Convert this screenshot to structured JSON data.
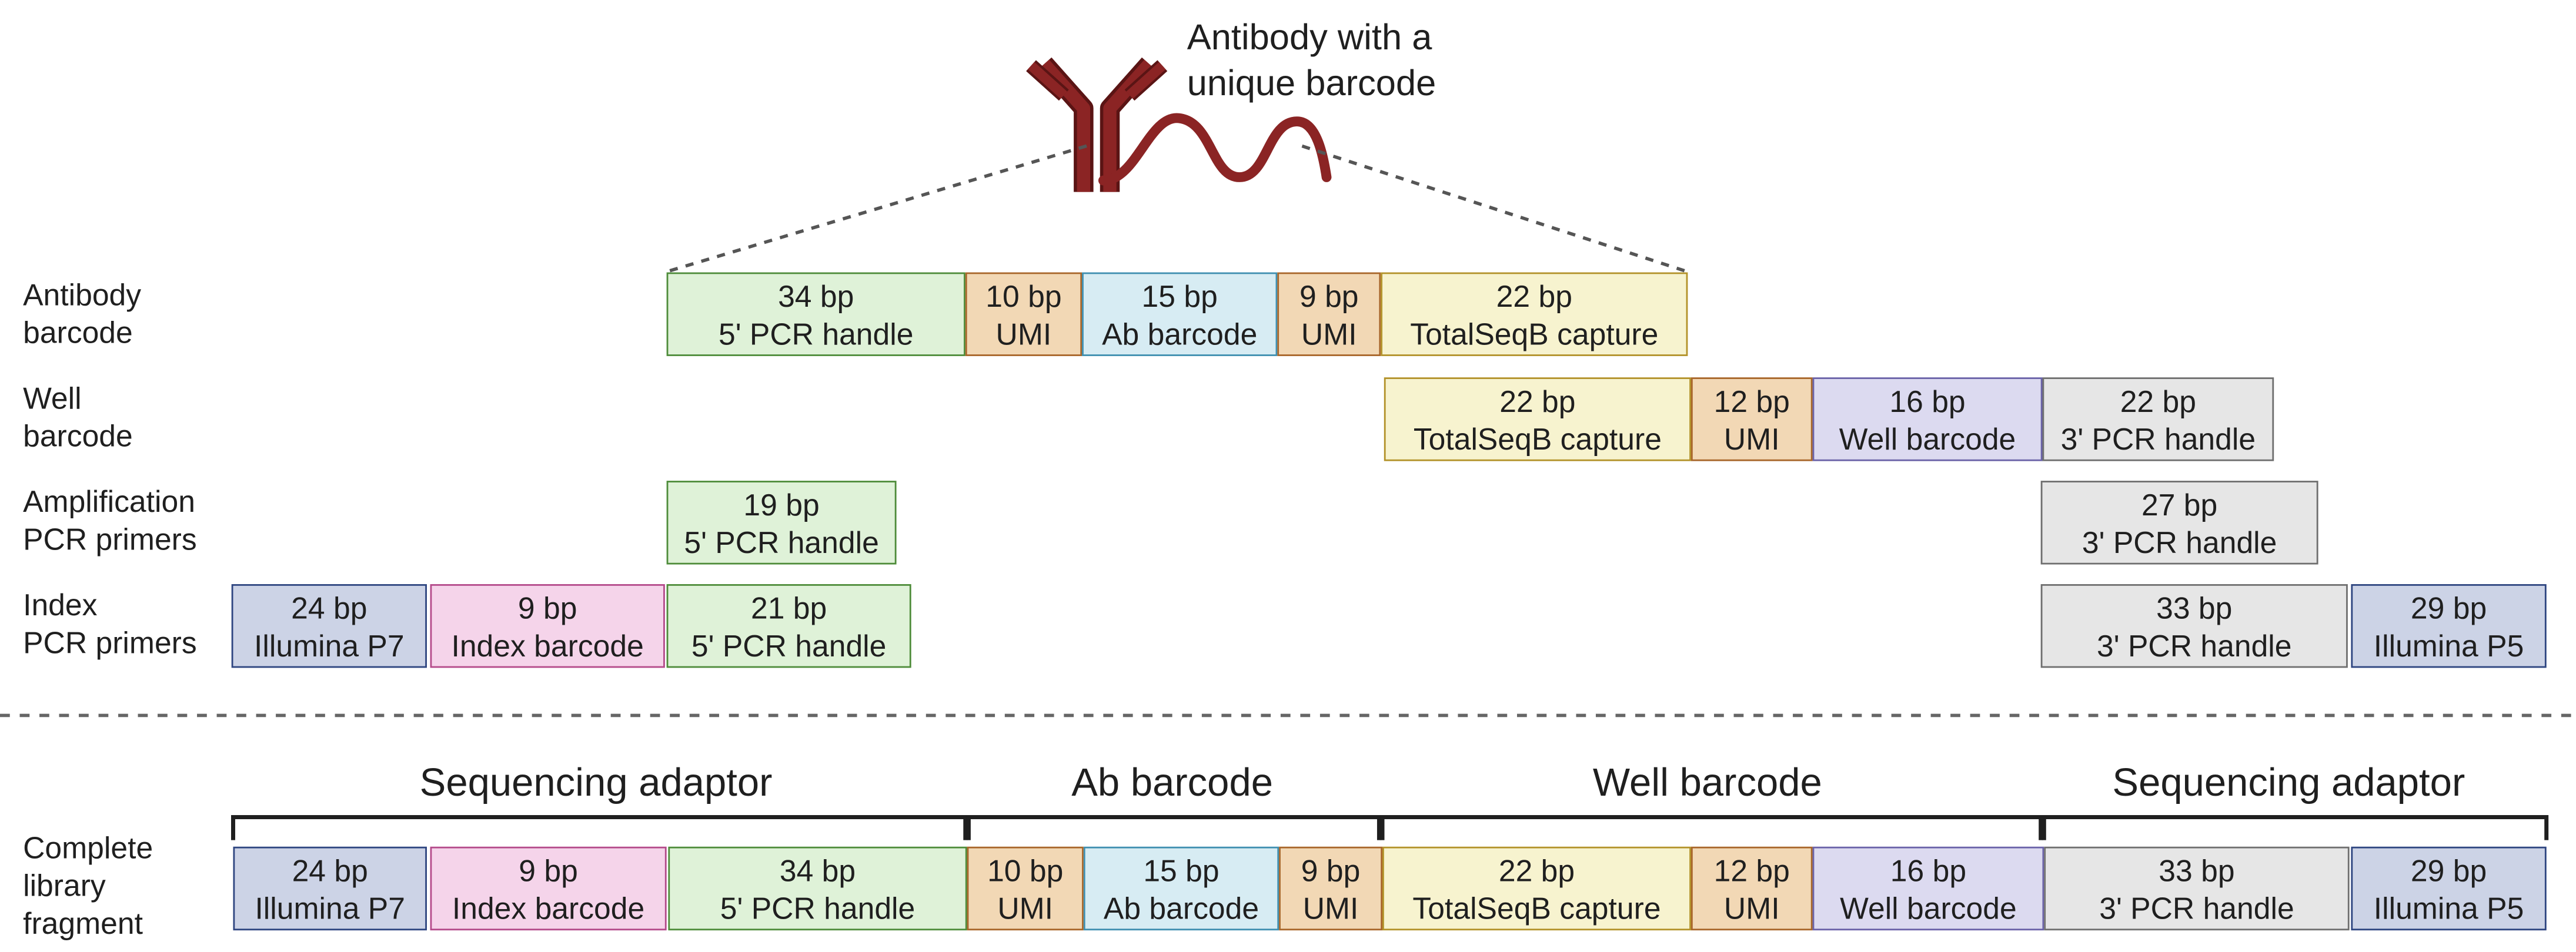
{
  "antibody": {
    "label_line1": "Antibody with a",
    "label_line2": "unique barcode"
  },
  "colors": {
    "green": {
      "fill": "#dff2d8",
      "stroke": "#4e8c3a"
    },
    "orange": {
      "fill": "#f2d8b5",
      "stroke": "#a8662a"
    },
    "blue": {
      "fill": "#d7ecf3",
      "stroke": "#3f8fb0"
    },
    "yellow": {
      "fill": "#f7f3cf",
      "stroke": "#b3922a"
    },
    "purple": {
      "fill": "#dcdaf0",
      "stroke": "#6a62a8"
    },
    "gray": {
      "fill": "#e6e6e6",
      "stroke": "#6f6f6f"
    },
    "navy": {
      "fill": "#ccd3e6",
      "stroke": "#2e4580"
    },
    "pink": {
      "fill": "#f5d4ea",
      "stroke": "#b44a8a"
    },
    "antibody": "#8b2424"
  },
  "rows": [
    {
      "label_line1": "Antibody",
      "label_line2": "barcode",
      "segments": [
        {
          "size": "34 bp",
          "name": "5' PCR handle",
          "color": "green"
        },
        {
          "size": "10 bp",
          "name": "UMI",
          "color": "orange"
        },
        {
          "size": "15 bp",
          "name": "Ab barcode",
          "color": "blue"
        },
        {
          "size": "9 bp",
          "name": "UMI",
          "color": "orange"
        },
        {
          "size": "22 bp",
          "name": "TotalSeqB capture",
          "color": "yellow"
        }
      ]
    },
    {
      "label_line1": "Well",
      "label_line2": "barcode",
      "segments": [
        {
          "size": "22 bp",
          "name": "TotalSeqB capture",
          "color": "yellow"
        },
        {
          "size": "12 bp",
          "name": "UMI",
          "color": "orange"
        },
        {
          "size": "16 bp",
          "name": "Well barcode",
          "color": "purple"
        },
        {
          "size": "22 bp",
          "name": "3' PCR handle",
          "color": "gray"
        }
      ]
    },
    {
      "label_line1": "Amplification",
      "label_line2": "PCR primers",
      "segments": [
        {
          "size": "19 bp",
          "name": "5' PCR handle",
          "color": "green"
        },
        {
          "size": "27 bp",
          "name": "3' PCR handle",
          "color": "gray"
        }
      ]
    },
    {
      "label_line1": "Index",
      "label_line2": "PCR primers",
      "segments": [
        {
          "size": "24 bp",
          "name": "Illumina P7",
          "color": "navy"
        },
        {
          "size": "9 bp",
          "name": "Index barcode",
          "color": "pink"
        },
        {
          "size": "21 bp",
          "name": "5' PCR handle",
          "color": "green"
        },
        {
          "size": "33 bp",
          "name": "3' PCR handle",
          "color": "gray"
        },
        {
          "size": "29 bp",
          "name": "Illumina P5",
          "color": "navy"
        }
      ]
    }
  ],
  "groups": [
    {
      "title": "Sequencing adaptor"
    },
    {
      "title": "Ab barcode"
    },
    {
      "title": "Well barcode"
    },
    {
      "title": "Sequencing adaptor"
    }
  ],
  "complete": {
    "label_line1": "Complete",
    "label_line2": "library",
    "label_line3": "fragment",
    "segments": [
      {
        "size": "24 bp",
        "name": "Illumina P7",
        "color": "navy"
      },
      {
        "size": "9 bp",
        "name": "Index barcode",
        "color": "pink"
      },
      {
        "size": "34 bp",
        "name": "5' PCR handle",
        "color": "green"
      },
      {
        "size": "10 bp",
        "name": "UMI",
        "color": "orange"
      },
      {
        "size": "15 bp",
        "name": "Ab barcode",
        "color": "blue"
      },
      {
        "size": "9 bp",
        "name": "UMI",
        "color": "orange"
      },
      {
        "size": "22 bp",
        "name": "TotalSeqB capture",
        "color": "yellow"
      },
      {
        "size": "12 bp",
        "name": "UMI",
        "color": "orange"
      },
      {
        "size": "16 bp",
        "name": "Well barcode",
        "color": "purple"
      },
      {
        "size": "33 bp",
        "name": "3' PCR handle",
        "color": "gray"
      },
      {
        "size": "29 bp",
        "name": "Illumina P5",
        "color": "navy"
      }
    ]
  }
}
